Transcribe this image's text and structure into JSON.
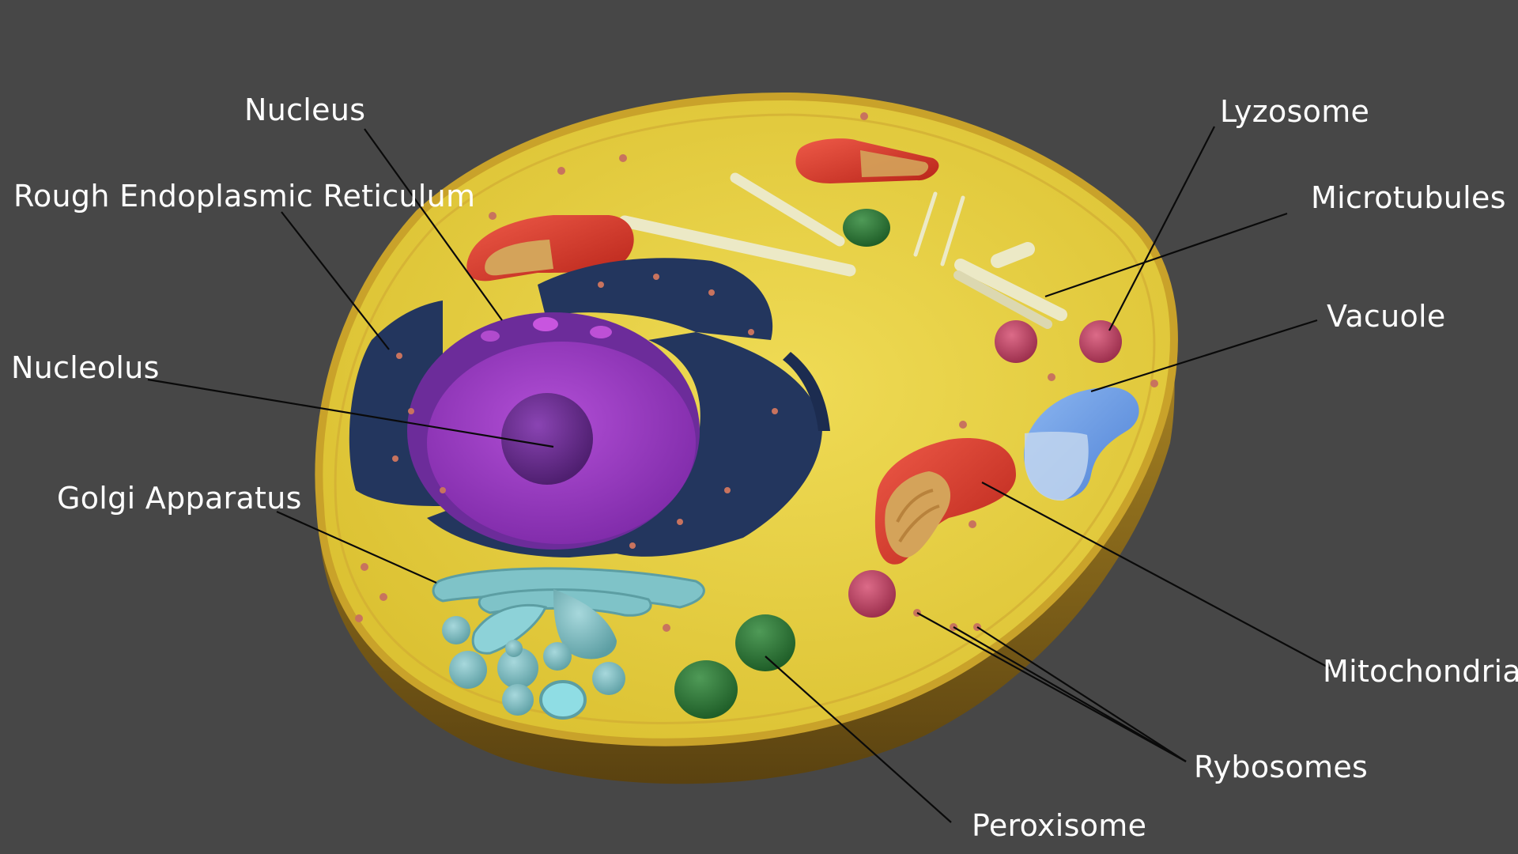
{
  "diagram": {
    "subject": "Animal cell (3D render)",
    "background_color": "#474747",
    "colors": {
      "cytoplasm": "#e6cf3a",
      "membrane": "#c9a22a",
      "cell_base": "#8a6a1c",
      "nucleus": "#9b3fc4",
      "nucleolus": "#6f2e96",
      "rough_er": "#23365e",
      "ribosome": "#c8735e",
      "golgi": "#7fc3c8",
      "mitochondria": "#d8392c",
      "cristae": "#d4a35a",
      "lysosome": "#c2405e",
      "peroxisome": "#2f7a3a",
      "vacuole": "#7ba7e8",
      "microtubule": "#ece9c6",
      "label_text": "#ffffff",
      "leader_line": "#0a0a0a"
    },
    "labels": [
      {
        "id": "nucleus",
        "text": "Nucleus"
      },
      {
        "id": "rough-er",
        "text": "Rough Endoplasmic Reticulum"
      },
      {
        "id": "nucleolus",
        "text": "Nucleolus"
      },
      {
        "id": "golgi",
        "text": "Golgi Apparatus"
      },
      {
        "id": "lyzosome",
        "text": "Lyzosome"
      },
      {
        "id": "microtubules",
        "text": "Microtubules"
      },
      {
        "id": "vacuole",
        "text": "Vacuole"
      },
      {
        "id": "mitochondria",
        "text": "Mitochondria"
      },
      {
        "id": "rybosomes",
        "text": "Rybosomes"
      },
      {
        "id": "peroxisome",
        "text": "Peroxisome"
      }
    ]
  }
}
